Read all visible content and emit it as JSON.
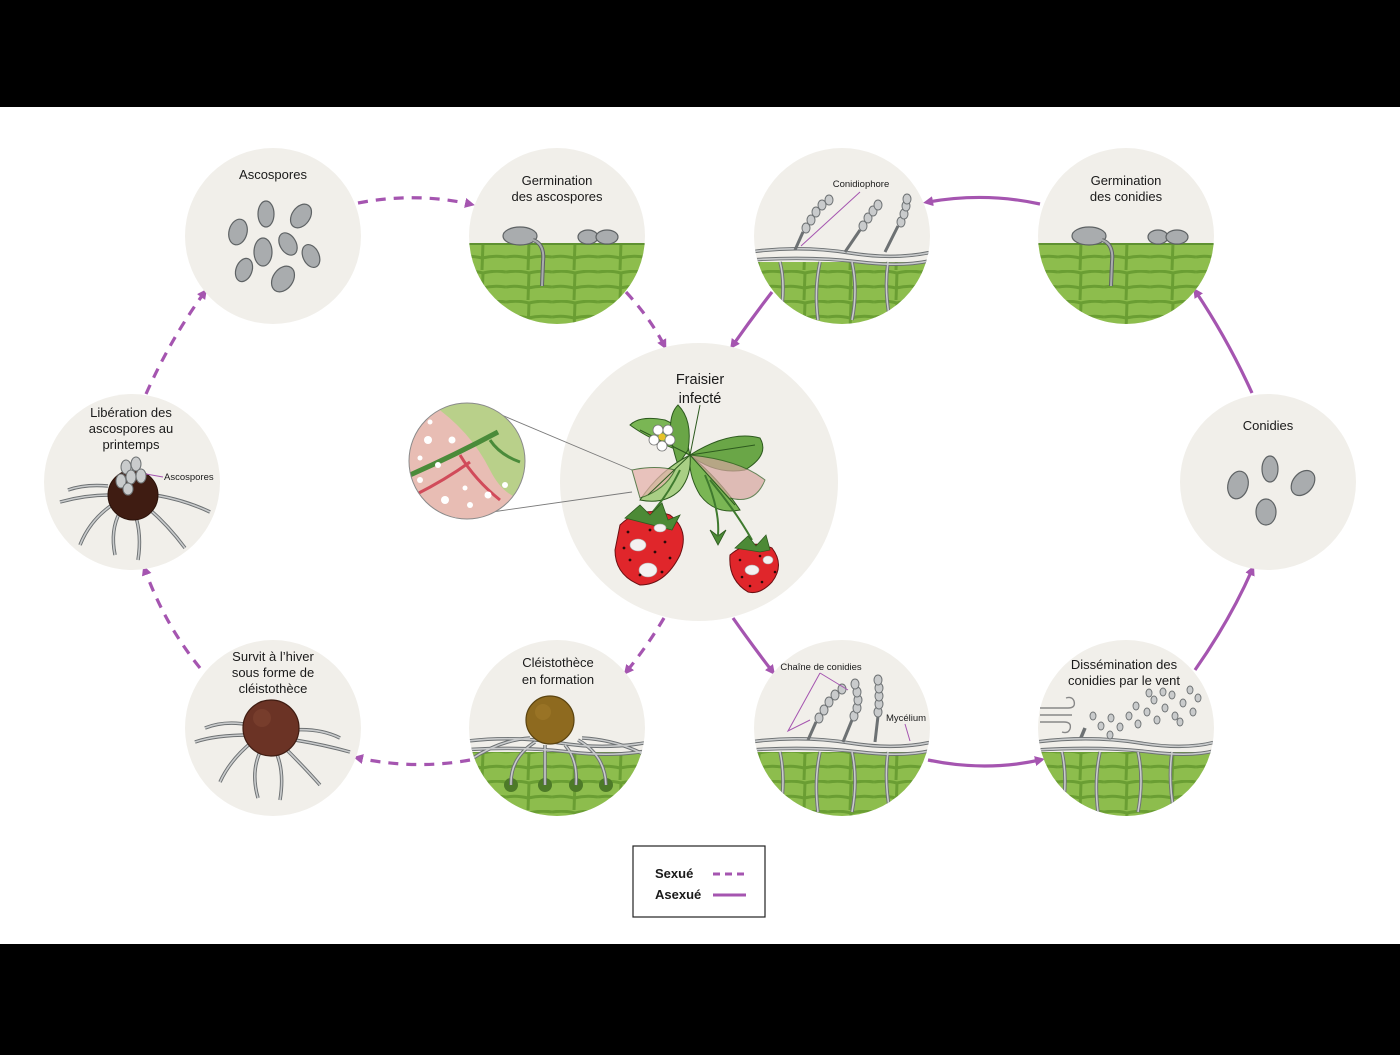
{
  "stages": {
    "ascospores": "Ascospores",
    "germination_asco": [
      "Germination",
      "des ascospores"
    ],
    "conidiophore_stage": "",
    "germination_conidies": [
      "Germination",
      "des conidies"
    ],
    "conidies": "Conidies",
    "dissemination": [
      "Dissémination des",
      "conidies par le vent"
    ],
    "chaine_stage": "",
    "cleistotheque_formation": [
      "Cléistothèce",
      "en formation"
    ],
    "hiver": [
      "Survit à l’hiver",
      "sous forme de",
      "cléistothèce"
    ],
    "liberation": [
      "Libération des",
      "ascospores au",
      "printemps"
    ],
    "fraisier": [
      "Fraisier",
      "infecté"
    ]
  },
  "callouts": {
    "conidiophore": "Conidiophore",
    "chaine": "Chaîne de conidies",
    "mycelium": "Mycélium",
    "ascospores_small": "Ascospores"
  },
  "legend": {
    "sexue": "Sexué",
    "asexue": "Asexué"
  },
  "colors": {
    "arrow": "#a555b0",
    "circle_bg": "#f1efea",
    "leaf_green": "#8dbd4d",
    "spore_grey": "#a9acae",
    "strawberry_red": "#e0262b"
  }
}
